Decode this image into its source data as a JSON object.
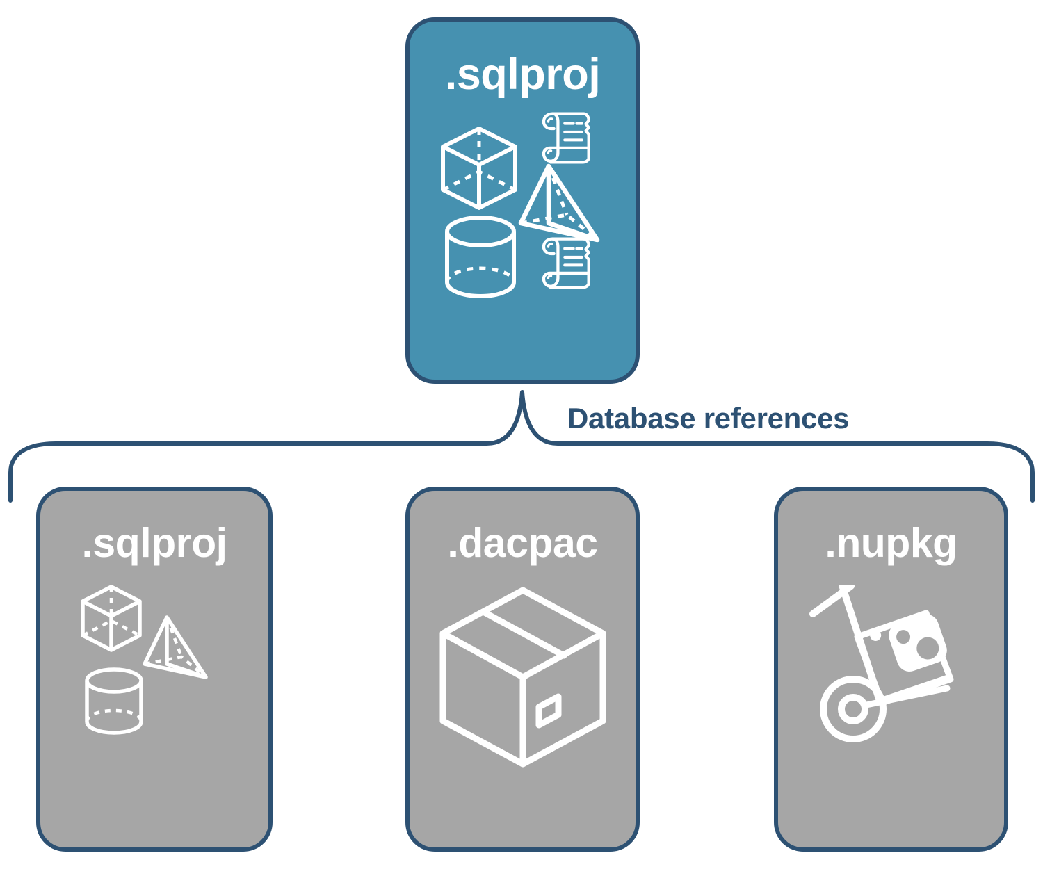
{
  "diagram": {
    "title_text": "Database references",
    "colors": {
      "accent_teal": "#4691b0",
      "neutral_gray": "#a6a6a6",
      "outline_navy": "#2d5173",
      "icon_white": "#ffffff",
      "background": "#ffffff"
    },
    "root": {
      "label": ".sqlproj",
      "fill": "#4691b0",
      "icons": [
        "wireframe-cube-icon",
        "wireframe-pyramid-icon",
        "wireframe-cylinder-icon",
        "script-scroll-icon",
        "script-scroll-icon"
      ]
    },
    "connector": {
      "label": "Database references",
      "style": "curly-brace-bracket",
      "color": "#2d5173"
    },
    "references": [
      {
        "label": ".sqlproj",
        "fill": "#a6a6a6",
        "icons": [
          "wireframe-cube-icon",
          "wireframe-pyramid-icon",
          "wireframe-cylinder-icon"
        ]
      },
      {
        "label": ".dacpac",
        "fill": "#a6a6a6",
        "icons": [
          "package-box-icon"
        ]
      },
      {
        "label": ".nupkg",
        "fill": "#a6a6a6",
        "icons": [
          "hand-truck-nuget-package-icon"
        ]
      }
    ]
  }
}
